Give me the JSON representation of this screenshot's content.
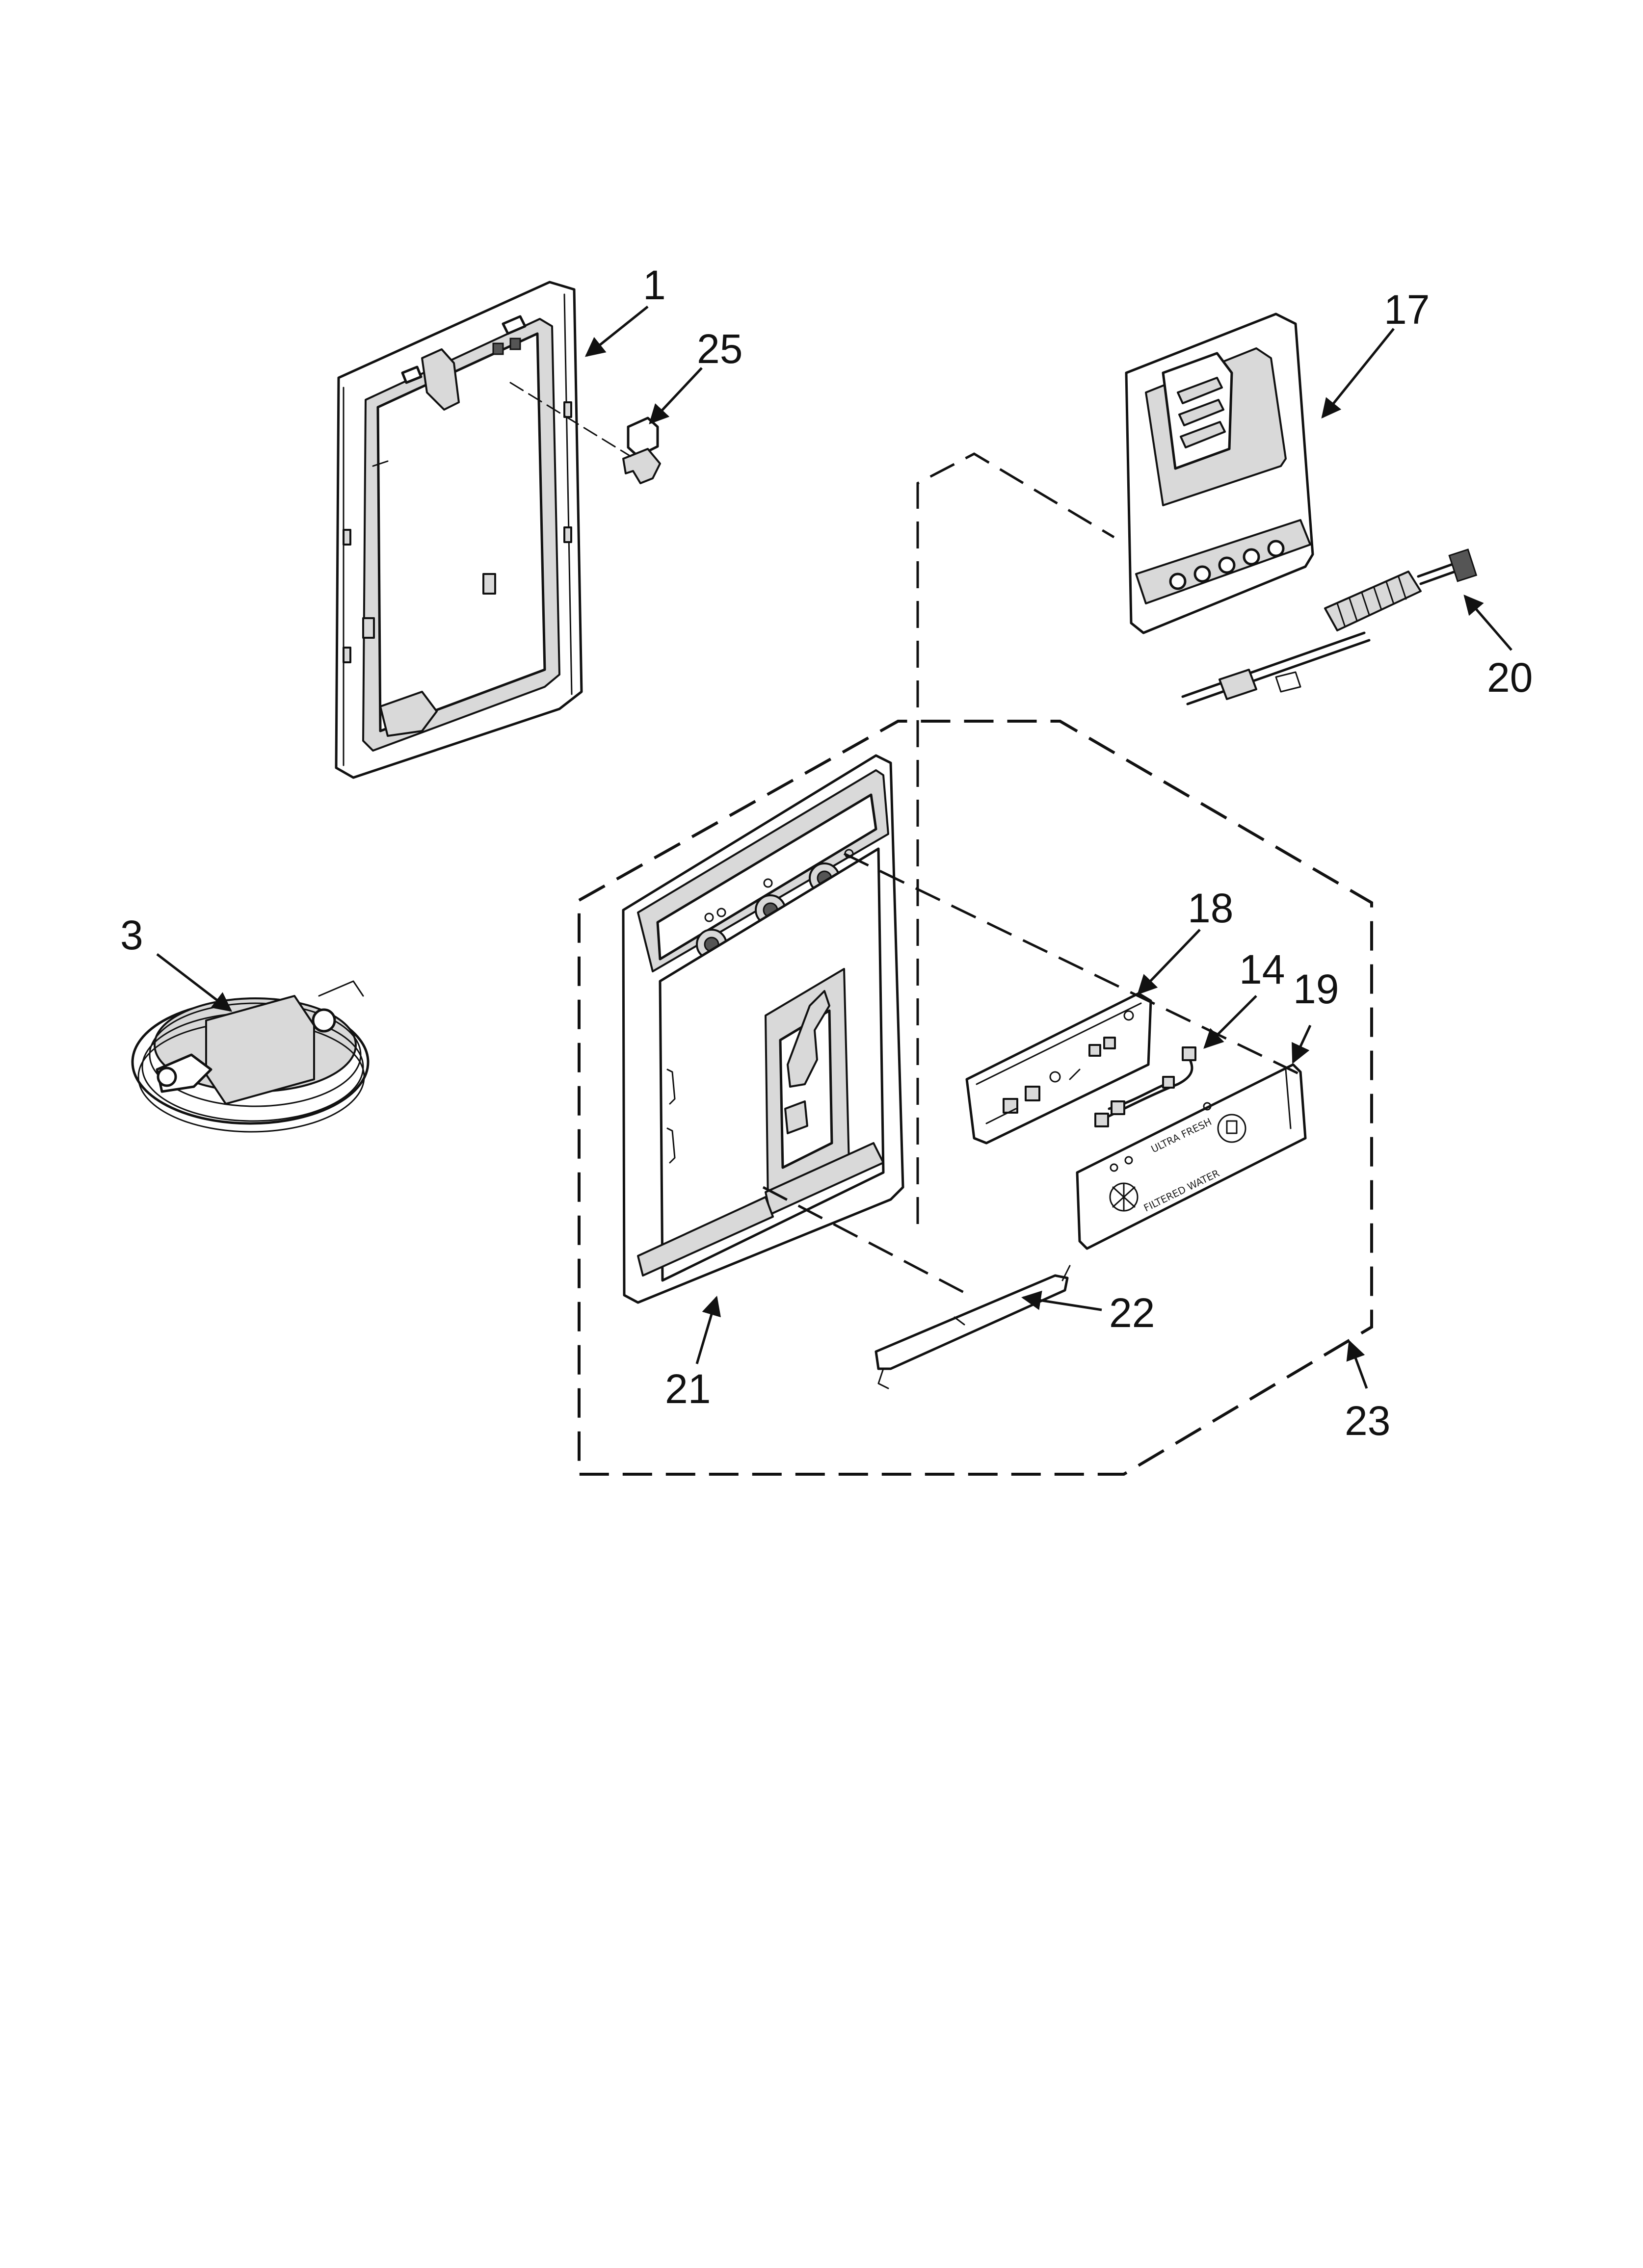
{
  "labels": {
    "p1": "1",
    "p3": "3",
    "p14": "14",
    "p17": "17",
    "p18": "18",
    "p19": "19",
    "p20": "20",
    "p21": "21",
    "p22": "22",
    "p23": "23",
    "p25": "25"
  },
  "overlay": {
    "ultra_fresh": "ULTRA FRESH",
    "filtered_water": "FILTERED WATER"
  }
}
